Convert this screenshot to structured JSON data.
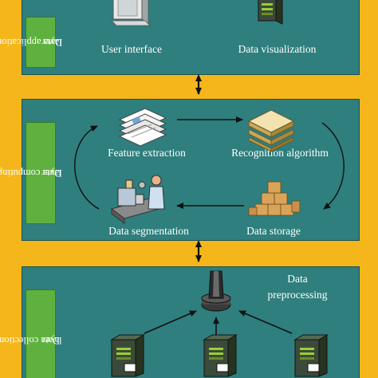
{
  "layers": {
    "application": {
      "label_line1": "Data application",
      "label_line2": "layer",
      "nodes": {
        "user_interface": "User interface",
        "data_visualization": "Data visualization"
      }
    },
    "computing": {
      "label_line1": "Data computing",
      "label_line2": "layer",
      "nodes": {
        "feature_extraction": "Feature extraction",
        "recognition_algorithm": "Recognition algorithm",
        "data_segmentation": "Data segmentation",
        "data_storage": "Data storage"
      }
    },
    "collection": {
      "label_line1": "Data collection",
      "label_line2": "layer",
      "nodes": {
        "preprocessing_line1": "Data",
        "preprocessing_line2": "preprocessing"
      }
    }
  },
  "colors": {
    "background": "#f4b61a",
    "panel": "#2e7f7e",
    "label_box": "#5fb13f",
    "text": "#ffffff",
    "arrow": "#111111"
  },
  "icons": [
    "kiosk-icon",
    "server-icon",
    "documents-icon",
    "layers-icon",
    "boxes-icon",
    "worker-machine-icon",
    "hub-icon",
    "server-icon"
  ]
}
